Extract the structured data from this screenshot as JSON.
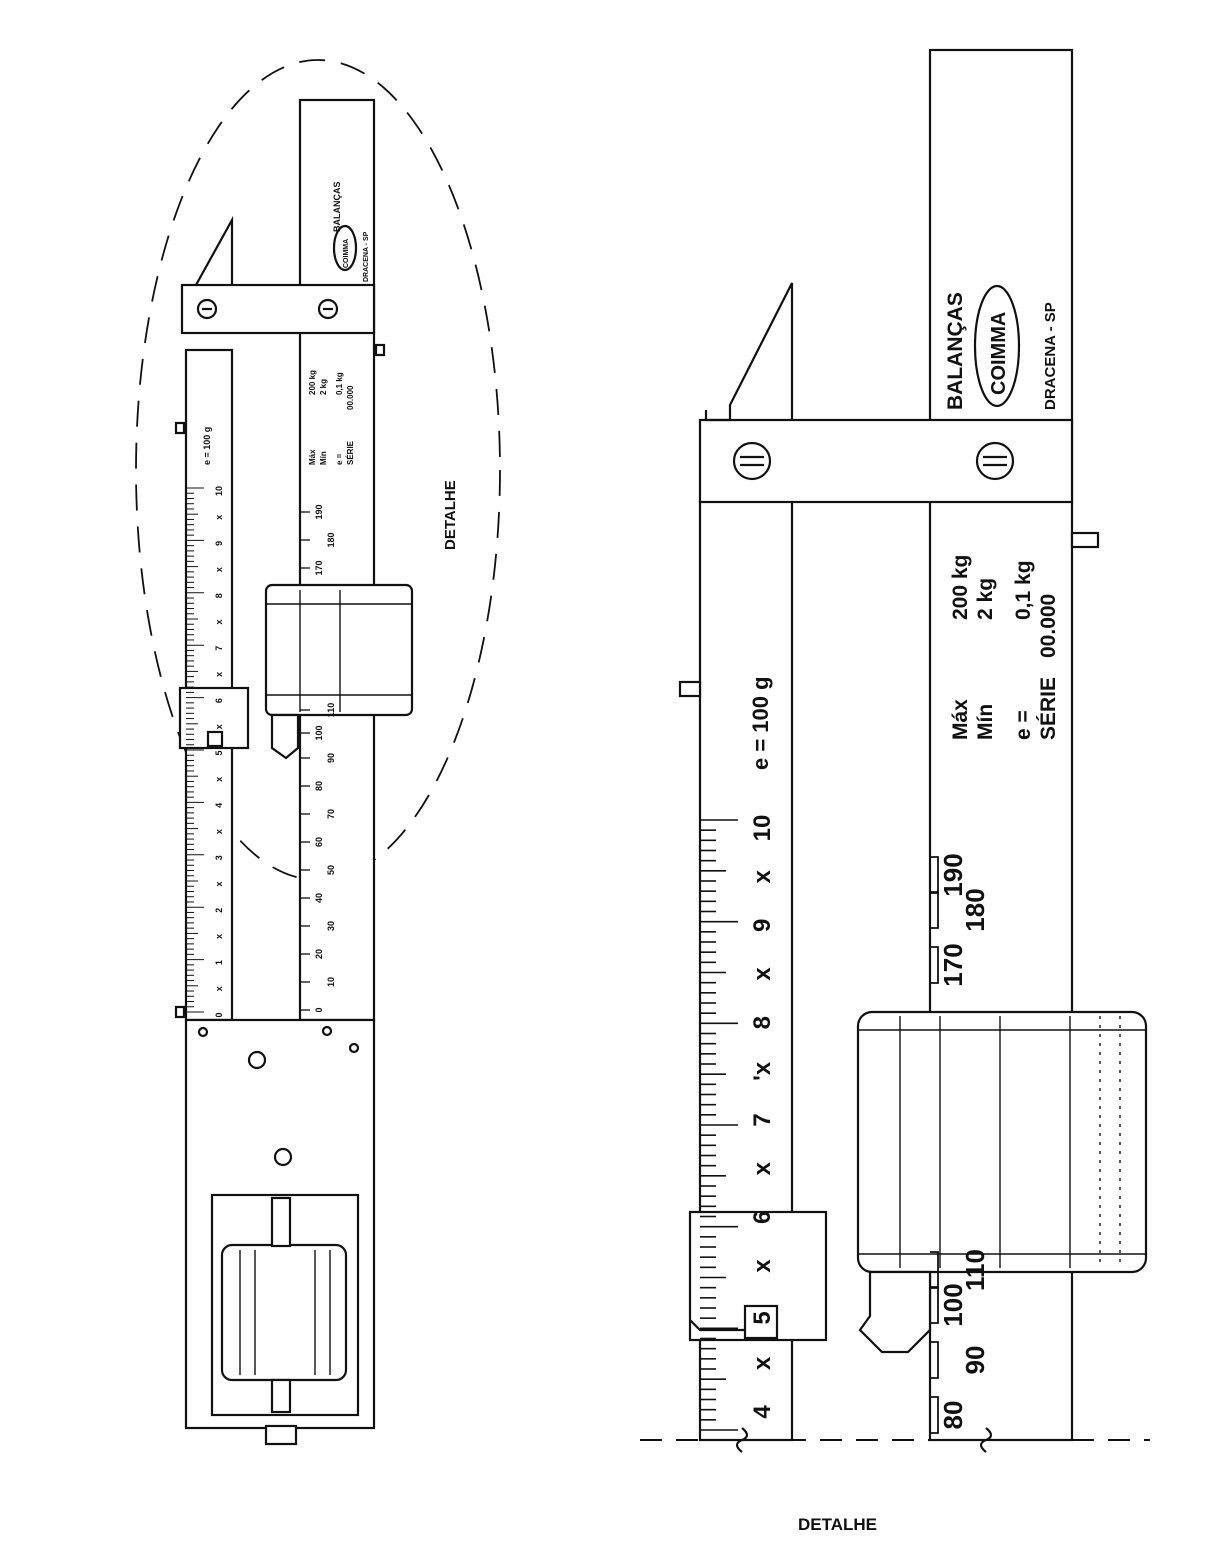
{
  "small_view": {
    "brand_line1": "BALANÇAS",
    "brand_logo": "COIMMA",
    "brand_line3": "DRACENA - SP",
    "specs": [
      {
        "label": "Máx",
        "value": "200 kg"
      },
      {
        "label": "Mín",
        "value": "2 kg"
      },
      {
        "label": "e =",
        "value": "0,1 kg"
      },
      {
        "label": "SÉRIE",
        "value": "00.000"
      }
    ],
    "e_note": "e = 100 g",
    "upper_scale": [
      "0",
      "x",
      "1",
      "x",
      "2",
      "x",
      "3",
      "x",
      "4",
      "x",
      "5",
      "x",
      "6",
      "x",
      "7",
      "x",
      "8",
      "x",
      "9",
      "x",
      "10"
    ],
    "lower_scale": [
      "0",
      "10",
      "20",
      "30",
      "40",
      "50",
      "60",
      "70",
      "80",
      "90",
      "100",
      "110",
      "170",
      "180",
      "190"
    ],
    "detail_label": "DETALHE"
  },
  "detail_view": {
    "brand_line1": "BALANÇAS",
    "brand_logo": "COIMMA",
    "brand_line3": "DRACENA - SP",
    "specs": [
      {
        "label": "Máx",
        "value": "200 kg"
      },
      {
        "label": "Mín",
        "value": "2 kg"
      },
      {
        "label": "e =",
        "value": "0,1 kg"
      },
      {
        "label": "SÉRIE",
        "value": "00.000"
      }
    ],
    "e_note": "e = 100 g",
    "upper_scale": [
      "4",
      "x",
      "5",
      "x",
      "6",
      "x",
      "7",
      "'x",
      "8",
      "x",
      "9",
      "x",
      "10"
    ],
    "lower_scale": [
      "80",
      "90",
      "100",
      "110",
      "170",
      "180",
      "190"
    ],
    "caption": "DETALHE"
  }
}
